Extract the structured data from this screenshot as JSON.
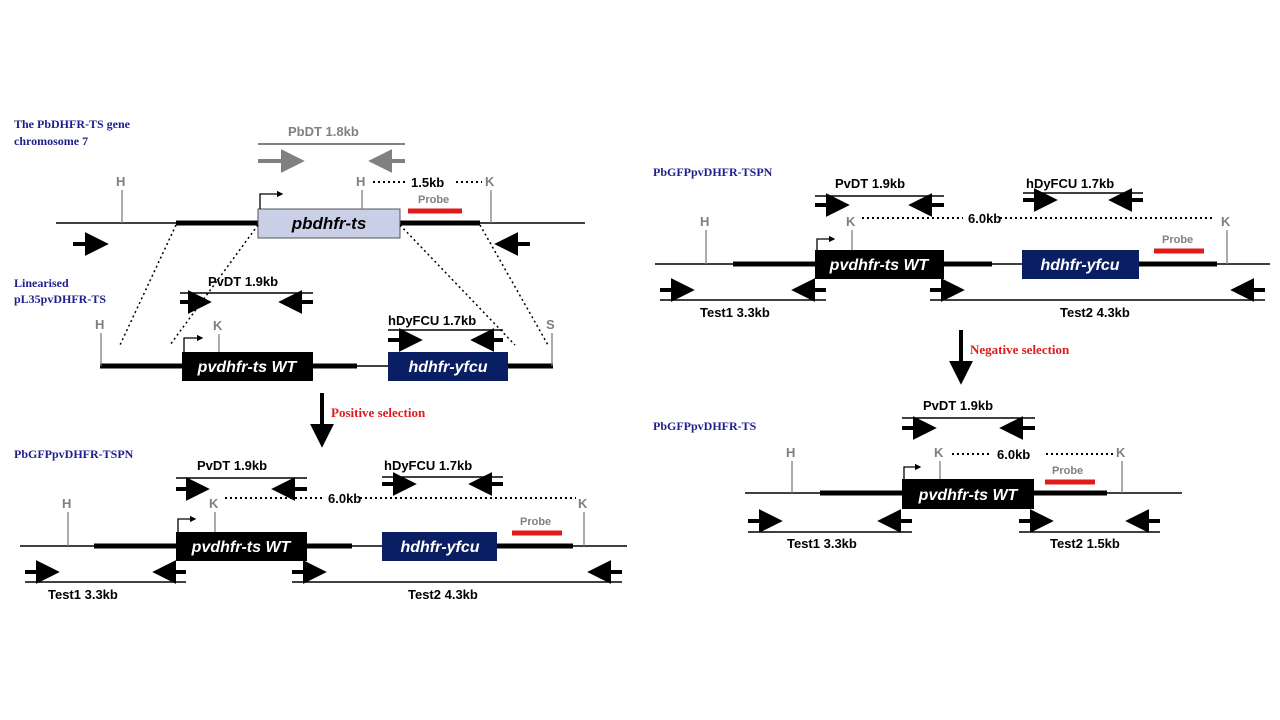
{
  "colors": {
    "black": "#000000",
    "gray": "#808080",
    "navy": "#1f1f8c",
    "red": "#e11b1b",
    "box_light": "#c9cfe6",
    "box_blue": "#0a1f63"
  },
  "left": {
    "title_line1": "The PbDHFR-TS gene",
    "title_line2": "chromosome 7",
    "pbdt_label": "PbDT 1.8kb",
    "gene_pbdhfr": "pbdhfr-ts",
    "dist_1_5": "1.5kb",
    "probe": "Probe",
    "site_H1": "H",
    "site_H2": "H",
    "site_K1": "K",
    "linear_line1": "Linearised",
    "linear_line2": "pL35pvDHFR-TS",
    "pvdt_label": "PvDT 1.9kb",
    "hdyfcu_label": "hDyFCU 1.7kb",
    "site_H3": "H",
    "site_K2": "K",
    "site_S": "S",
    "gene_pvdhfr": "pvdhfr-ts WT",
    "gene_hdhfr": "hdhfr-yfcu",
    "positive_selection": "Positive selection",
    "tspn_title": "PbGFPpvDHFR-TSPN",
    "tspn_pvdt": "PvDT 1.9kb",
    "tspn_hdyfcu": "hDyFCU 1.7kb",
    "tspn_site_H": "H",
    "tspn_site_K1": "K",
    "tspn_site_K2": "K",
    "tspn_dist": "6.0kb",
    "tspn_probe": "Probe",
    "tspn_gene_pv": "pvdhfr-ts WT",
    "tspn_gene_hd": "hdhfr-yfcu",
    "test1": "Test1 3.3kb",
    "test2": "Test2 4.3kb"
  },
  "right": {
    "tspn_title": "PbGFPpvDHFR-TSPN",
    "tspn_pvdt": "PvDT 1.9kb",
    "tspn_hdyfcu": "hDyFCU 1.7kb",
    "tspn_site_H": "H",
    "tspn_site_K1": "K",
    "tspn_site_K2": "K",
    "tspn_dist": "6.0kb",
    "tspn_probe": "Probe",
    "tspn_gene_pv": "pvdhfr-ts WT",
    "tspn_gene_hd": "hdhfr-yfcu",
    "test1": "Test1 3.3kb",
    "test2": "Test2 4.3kb",
    "negative_selection": "Negative selection",
    "ts_title": "PbGFPpvDHFR-TS",
    "ts_pvdt": "PvDT 1.9kb",
    "ts_site_H": "H",
    "ts_site_K1": "K",
    "ts_site_K2": "K",
    "ts_dist": "6.0kb",
    "ts_probe": "Probe",
    "ts_gene_pv": "pvdhfr-ts WT",
    "ts_test1": "Test1 3.3kb",
    "ts_test2": "Test2 1.5kb"
  }
}
